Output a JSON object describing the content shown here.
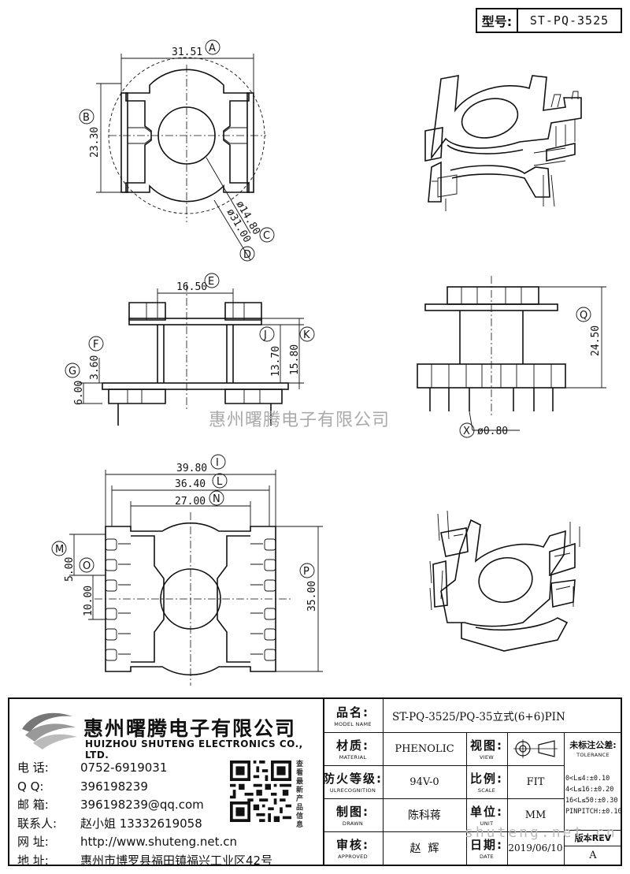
{
  "model_label": "型号:",
  "model_value": "ST-PQ-3525",
  "dimensions": {
    "A": "31.51",
    "B": "23.30",
    "C": "ø14.80",
    "D": "ø31.00",
    "E": "16.50",
    "F": "3.60",
    "G": "6.00",
    "J": "13.70",
    "K": "15.80",
    "Q": "24.50",
    "X": "ø0.80",
    "I": "39.80",
    "L": "36.40",
    "N": "27.00",
    "M": "5.00",
    "O": "10.00",
    "P": "35.00"
  },
  "watermark": "惠州曙腾电子有限公司",
  "watermark_url": "shuteng.net.cn",
  "company": {
    "name_cn": "惠州曙腾电子有限公司",
    "name_en": "HUIZHOU SHUTENG ELECTRONICS CO., LTD.",
    "phone_label": "电  话:",
    "phone": "0752-6919031",
    "qq_label": "Q    Q:",
    "qq": "396198239",
    "email_label": "邮  箱:",
    "email": "396198239@qq.com",
    "contact_label": "联系人:",
    "contact": "赵小姐 13332619058",
    "web_label": "网  址:",
    "web": "http://www.shuteng.net.cn",
    "addr_label": "地  址:",
    "addr": "惠州市博罗县福田镇福兴工业区42号",
    "qr_caption": "查看最新产品信息"
  },
  "title_block": {
    "name_label": "品名:",
    "name_label_en": "MODEL NAME",
    "name_value": "ST-PQ-3525/PQ-35立式(6+6)PIN",
    "material_label": "材质:",
    "material_label_en": "MATERIAL",
    "material_value": "PHENOLIC",
    "view_label": "视图:",
    "view_label_en": "VIEW",
    "flame_label": "防火等级:",
    "flame_label_en": "ULRECOGNITION",
    "flame_value": "94V-0",
    "scale_label": "比例:",
    "scale_label_en": "SCALE",
    "scale_value": "FIT",
    "drawn_label": "制图:",
    "drawn_label_en": "DRAWN",
    "drawn_value": "陈科蒋",
    "unit_label": "单位:",
    "unit_label_en": "UNIT",
    "unit_value": "MM",
    "approved_label": "审核:",
    "approved_label_en": "APPROVED",
    "approved_value": "赵  辉",
    "date_label": "日期:",
    "date_label_en": "DATE",
    "date_value": "2019/06/10",
    "tolerance_title": "未标注公差:",
    "tolerance_title_en": "TOLERANCE",
    "tolerance_rows": [
      "0<L≤4:±0.10",
      "4<L≤16:±0.20",
      "16<L≤50:±0.30",
      "PINPITCH:±0.10"
    ],
    "rev_label": "版本REV",
    "rev_value": "A"
  }
}
